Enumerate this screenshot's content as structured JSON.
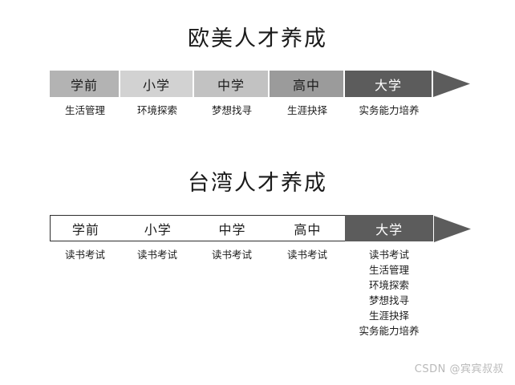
{
  "charts": [
    {
      "title": "欧美人才养成",
      "style": "filled",
      "stages": [
        {
          "label": "学前",
          "width": 88,
          "fill": "#b3b3b3",
          "text_color": "#1c1c1c",
          "items": [
            "生活管理"
          ]
        },
        {
          "label": "小学",
          "width": 92,
          "fill": "#d2d2d2",
          "text_color": "#1c1c1c",
          "items": [
            "环境探索"
          ]
        },
        {
          "label": "中学",
          "width": 94,
          "fill": "#c2c2c2",
          "text_color": "#1c1c1c",
          "items": [
            "梦想找寻"
          ]
        },
        {
          "label": "高中",
          "width": 94,
          "fill": "#9b9b9b",
          "text_color": "#1c1c1c",
          "items": [
            "生涯抉择"
          ]
        },
        {
          "label": "大学",
          "width": 110,
          "fill": "#5c5c5c",
          "text_color": "#ffffff",
          "items": [
            "实务能力培养"
          ]
        }
      ],
      "arrow_head_color": "#5c5c5c"
    },
    {
      "title": "台湾人才养成",
      "style": "outline",
      "stages": [
        {
          "label": "学前",
          "width": 88,
          "fill": "#ffffff",
          "text_color": "#1c1c1c",
          "items": [
            "读书考试"
          ]
        },
        {
          "label": "小学",
          "width": 92,
          "fill": "#ffffff",
          "text_color": "#1c1c1c",
          "items": [
            "读书考试"
          ]
        },
        {
          "label": "中学",
          "width": 94,
          "fill": "#ffffff",
          "text_color": "#1c1c1c",
          "items": [
            "读书考试"
          ]
        },
        {
          "label": "高中",
          "width": 94,
          "fill": "#ffffff",
          "text_color": "#1c1c1c",
          "items": [
            "读书考试"
          ]
        },
        {
          "label": "大学",
          "width": 110,
          "fill": "#5c5c5c",
          "text_color": "#ffffff",
          "items": [
            "读书考试",
            "生活管理",
            "环境探索",
            "梦想找寻",
            "生涯抉择",
            "实务能力培养"
          ]
        }
      ],
      "arrow_head_color": "#5c5c5c"
    }
  ],
  "watermark": "CSDN @宾宾叔叔",
  "colors": {
    "background": "#ffffff",
    "outline": "#2e2e2e",
    "text": "#1c1c1c",
    "watermark": "#b9b9b9"
  }
}
